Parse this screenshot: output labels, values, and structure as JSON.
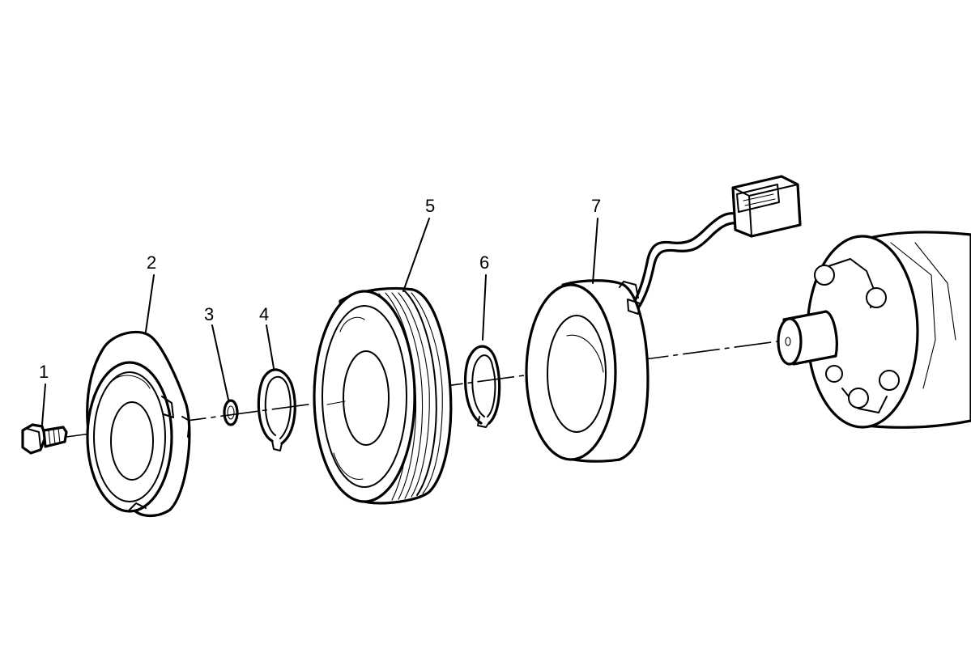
{
  "diagram": {
    "type": "exploded-view",
    "callouts": [
      {
        "id": "1",
        "label": "1"
      },
      {
        "id": "2",
        "label": "2"
      },
      {
        "id": "3",
        "label": "3"
      },
      {
        "id": "4",
        "label": "4"
      },
      {
        "id": "5",
        "label": "5"
      },
      {
        "id": "6",
        "label": "6"
      },
      {
        "id": "7",
        "label": "7"
      }
    ],
    "colors": {
      "line": "#000000",
      "background": "#ffffff"
    }
  }
}
